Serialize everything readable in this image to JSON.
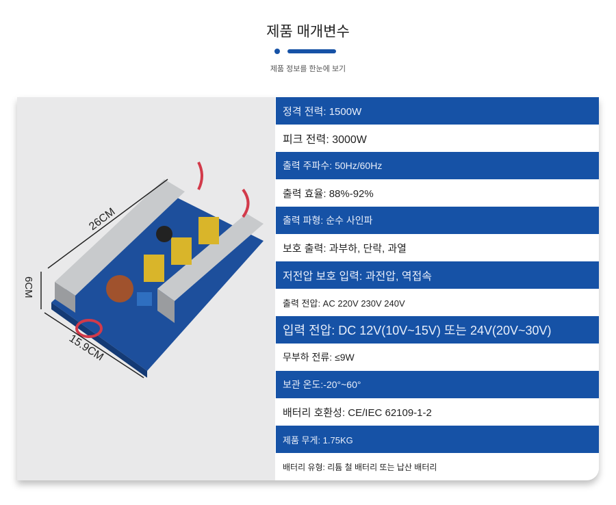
{
  "header": {
    "title": "제품 매개변수",
    "subtitle": "제품 정보를 한눈에 보기"
  },
  "product_image": {
    "dim_length": "26CM",
    "dim_height": "6CM",
    "dim_width": "15.9CM"
  },
  "specs": [
    {
      "text": "정격 전력: 1500W",
      "style": "blue",
      "size": 15
    },
    {
      "text": "피크 전력: 3000W",
      "style": "white",
      "size": 16
    },
    {
      "text": "출력 주파수: 50Hz/60Hz",
      "style": "blue",
      "size": 14
    },
    {
      "text": "출력 효율: 88%-92%",
      "style": "white",
      "size": 15
    },
    {
      "text": "출력 파형: 순수 사인파",
      "style": "blue",
      "size": 14
    },
    {
      "text": "보호 출력: 과부하, 단락, 과열",
      "style": "white",
      "size": 15
    },
    {
      "text": "저전압 보호 입력: 과전압, 역접속",
      "style": "blue",
      "size": 16
    },
    {
      "text": "출력 전압: AC 220V 230V 240V",
      "style": "white",
      "size": 13
    },
    {
      "text": "입력 전압: DC 12V(10V~15V) 또는 24V(20V~30V)",
      "style": "blue",
      "size": 18
    },
    {
      "text": "무부하 전류: ≤9W",
      "style": "white",
      "size": 14
    },
    {
      "text": "보관 온도:-20°~60°",
      "style": "blue",
      "size": 14
    },
    {
      "text": "배터리 호환성: CE/IEC 62109-1-2",
      "style": "white",
      "size": 15
    },
    {
      "text": "제품 무게: 1.75KG",
      "style": "blue",
      "size": 13
    },
    {
      "text": "배터리 유형: 리튬 철 배터리 또는 납산 배터리",
      "style": "white",
      "size": 12
    }
  ]
}
